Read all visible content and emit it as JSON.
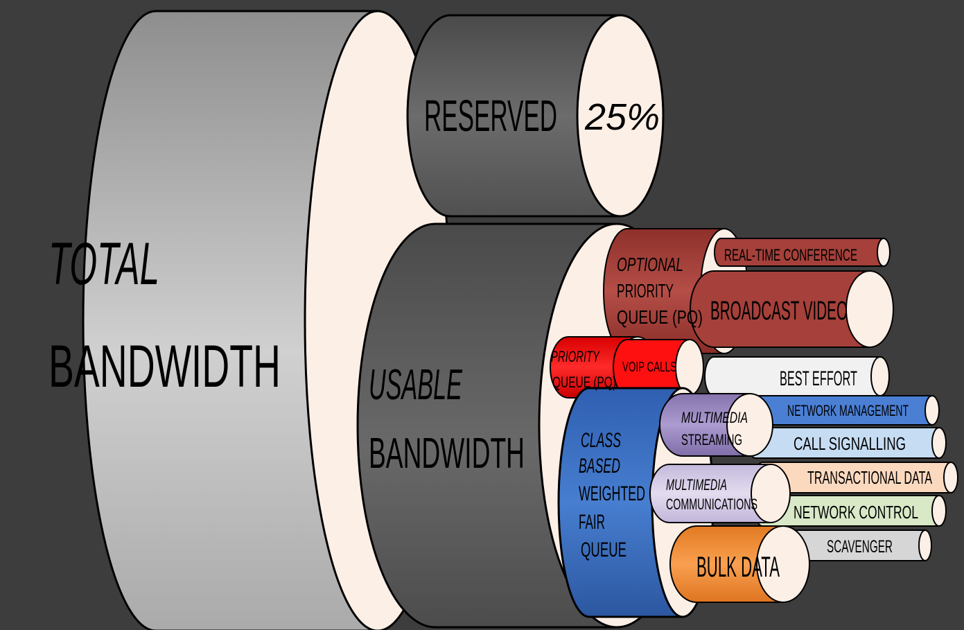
{
  "total": {
    "line1": "TOTAL",
    "line2": "BANDWIDTH"
  },
  "reserved": {
    "label": "RESERVED",
    "percent": "25%"
  },
  "usable": {
    "line1": "USABLE",
    "line2": "BANDWIDTH"
  },
  "optional_pq": {
    "line1": "OPTIONAL",
    "line2": "PRIORITY",
    "line3": "QUEUE (PQ)"
  },
  "pq": {
    "line1": "PRIORITY",
    "line2": "QUEUE (PQ)"
  },
  "cbwfq": {
    "line1": "CLASS",
    "line2": "BASED",
    "line3": "WEIGHTED",
    "line4": "FAIR",
    "line5": "QUEUE"
  },
  "multimedia_streaming": {
    "line1": "MULTIMEDIA",
    "line2": "STREAMING"
  },
  "multimedia_communications": {
    "line1": "MULTIMEDIA",
    "line2": "COMMUNICATIONS"
  },
  "classes": {
    "real_time_conference": "REAL-TIME CONFERENCE",
    "broadcast_video": "BROADCAST VIDEO",
    "voip_calls": "VOIP CALLS",
    "best_effort": "BEST EFFORT",
    "network_management": "NETWORK MANAGEMENT",
    "call_signalling": "CALL SIGNALLING",
    "transactional_data": "TRANSACTIONAL DATA",
    "network_control": "NETWORK CONTROL",
    "scavenger": "SCAVENGER",
    "bulk_data": "BULK DATA"
  },
  "colors": {
    "background": "#3d3d3d",
    "total": "#b5b5b5",
    "dark_gray": "#595959",
    "face": "#fcefe6",
    "optional_pq": "#a5403a",
    "priority_red": "#ff1010",
    "cbwfq_blue": "#3a6fc4",
    "purple": "#9b8ac0",
    "lavender": "#d6cde6",
    "best_effort": "#f1f1f1",
    "network_management": "#4a7fd4",
    "call_signalling": "#c6dcf2",
    "transactional_data": "#fbd9bf",
    "network_control": "#d9e8c7",
    "scavenger": "#d6d6d6",
    "bulk_data": "#f28c35"
  }
}
